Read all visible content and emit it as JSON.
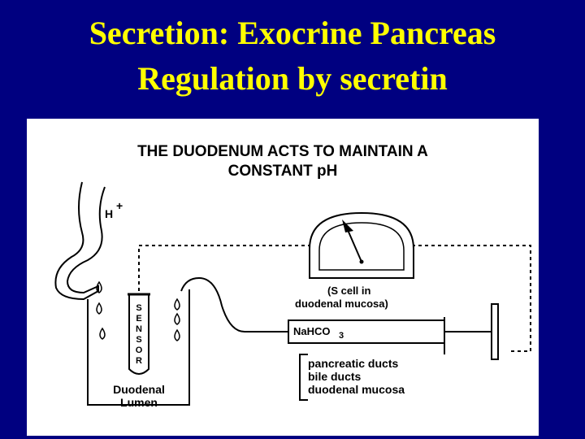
{
  "slide": {
    "title_line1": "Secretion: Exocrine Pancreas",
    "title_line2": "Regulation by secretin",
    "colors": {
      "background": "#000080",
      "title": "#ffff00",
      "panel": "#ffffff",
      "ink": "#000000"
    }
  },
  "diagram": {
    "heading_line1": "THE DUODENUM ACTS TO MAINTAIN A",
    "heading_line2": "CONSTANT pH",
    "acid_label": "H",
    "acid_superscript": "+",
    "sensor_letters": [
      "S",
      "E",
      "N",
      "S",
      "O",
      "R"
    ],
    "lumen_label_line1": "Duodenal",
    "lumen_label_line2": "Lumen",
    "s_cell_line1": "(S  cell in",
    "s_cell_line2": "duodenal mucosa)",
    "syringe_label": "NaHCO",
    "syringe_subscript": "3",
    "sources": [
      "pancreatic ducts",
      "bile ducts",
      "duodenal mucosa"
    ]
  }
}
